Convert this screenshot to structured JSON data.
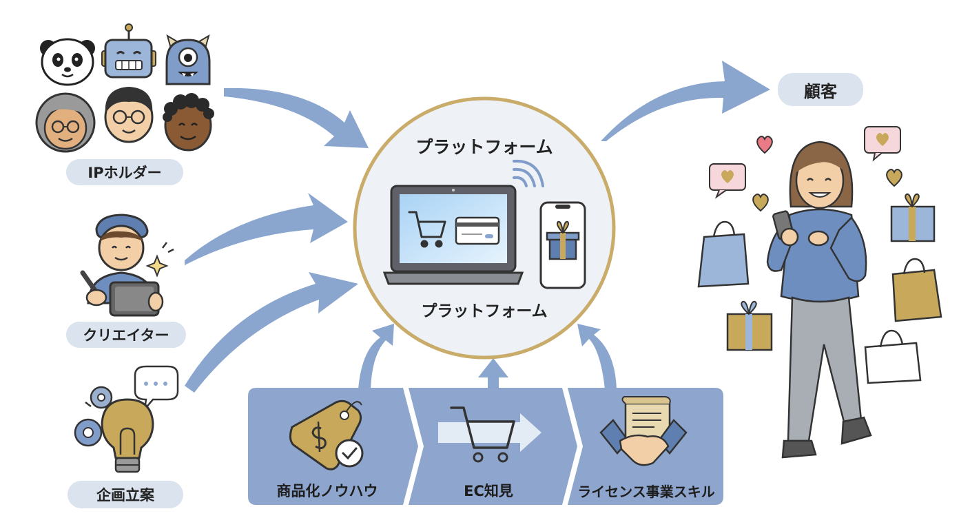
{
  "sources": [
    {
      "label": "IPホルダー"
    },
    {
      "label": "クリエイター"
    },
    {
      "label": "企画立案"
    }
  ],
  "platform": {
    "title_top": "プラットフォーム",
    "title_bottom": "プラットフォーム"
  },
  "foundations": [
    {
      "label": "商品化ノウハウ"
    },
    {
      "label": "EC知見"
    },
    {
      "label": "ライセンス事業スキル"
    }
  ],
  "customer": {
    "label": "顧客"
  },
  "colors": {
    "arrow": "#8aa6cf",
    "panel": "#8ea6cd",
    "circle_border": "#c9ab6a",
    "circle_fill": "#eef1f6",
    "pill": "#dbe3ee",
    "accent_gold": "#c8a85a",
    "accent_pink": "#e97a86"
  }
}
